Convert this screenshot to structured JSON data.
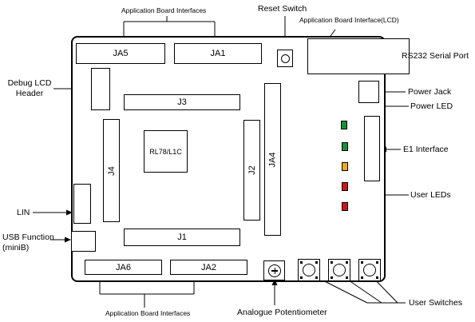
{
  "labels": {
    "app_board_top": "Application Board Interfaces",
    "reset_switch": "Reset Switch",
    "app_board_lcd": "Application Board Interface(LCD)",
    "rs232": "RS232 Serial Port",
    "debug_lcd": "Debug LCD\nHeader",
    "power_jack": "Power Jack",
    "power_led": "Power LED",
    "e1_interface": "E1 Interface",
    "user_leds": "User LEDs",
    "lin": "LIN",
    "usb_function": "USB Function\n(miniB)",
    "app_board_bottom": "Application Board Interfaces",
    "analogue_pot": "Analogue Potentiometer",
    "user_switches": "User Switches"
  },
  "components": {
    "ja5": "JA5",
    "ja1": "JA1",
    "j3": "J3",
    "j4": "J4",
    "mcu": "RL78/L1C",
    "j2": "J2",
    "ja4": "JA4",
    "j1": "J1",
    "ja6": "JA6",
    "ja2": "JA2"
  },
  "colors": {
    "led_green": "#1a8f3a",
    "led_orange": "#f5a623",
    "led_red": "#d0141c"
  }
}
